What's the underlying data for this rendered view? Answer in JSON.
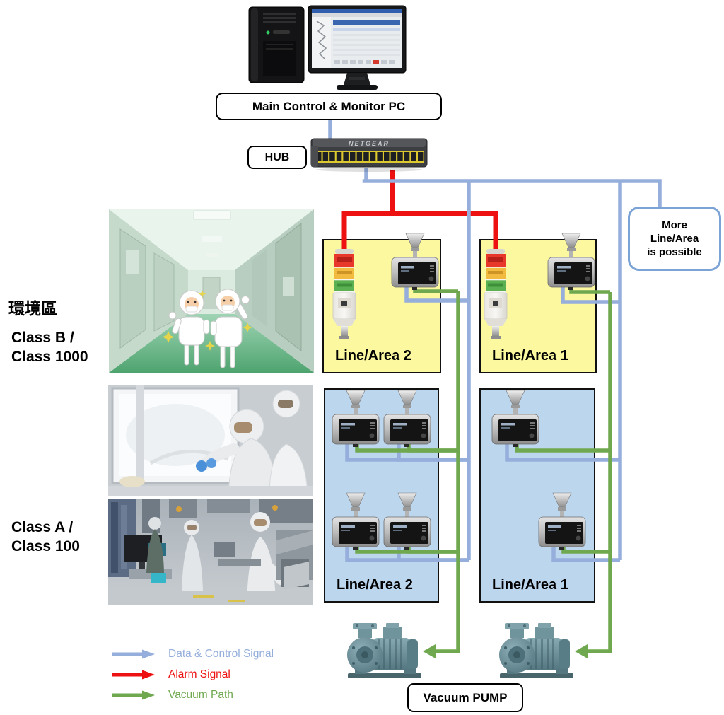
{
  "colors": {
    "data_signal": "#95AEDB",
    "alarm_signal": "#EE1111",
    "vacuum_path": "#6FA84F",
    "yellow_area": "#FBF8A0",
    "blue_area": "#BCD6EE",
    "callout_border": "#7BA3D6",
    "box_border": "#111111"
  },
  "header": {
    "pc_label": "Main Control & Monitor PC",
    "hub_label": "HUB"
  },
  "devices": {
    "switch_brand": "NETGEAR",
    "icons": [
      "control-pc",
      "monitor",
      "network-switch",
      "signal-tower",
      "particle-counter",
      "vacuum-pump",
      "cleanroom-photo"
    ]
  },
  "callout": {
    "line1": "More",
    "line2": "Line/Area",
    "line3": "is possible"
  },
  "zones": {
    "env_area": "環境區",
    "class_b_line1": "Class B /",
    "class_b_line2": "Class 1000",
    "class_a_line1": "Class A /",
    "class_a_line2": "Class 100"
  },
  "areas": {
    "yellow_left_label": "Line/Area 2",
    "yellow_right_label": "Line/Area 1",
    "blue_left_label": "Line/Area 2",
    "blue_right_label": "Line/Area 1"
  },
  "pump_label": "Vacuum PUMP",
  "legend": {
    "items": [
      {
        "label": "Data & Control Signal"
      },
      {
        "label": "Alarm Signal"
      },
      {
        "label": "Vacuum Path"
      }
    ]
  }
}
